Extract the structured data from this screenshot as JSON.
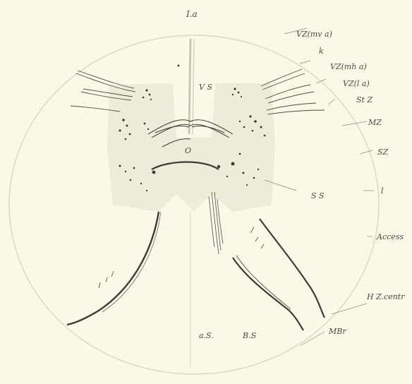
{
  "figure": {
    "number": "I.a",
    "labels": {
      "vz_mva": "VZ(mv a)",
      "k": "k",
      "vz_mha": "VZ(mh a)",
      "vz_la": "VZ(l a)",
      "stz": "St Z",
      "mz": "MZ",
      "sz": "SZ",
      "l": "l",
      "access": "Access",
      "hz_centr": "H Z.centr",
      "mbr": "MBr",
      "vs": "V S",
      "o": "O",
      "ss": "S S",
      "as": "a.S.",
      "bs": "B.S"
    }
  },
  "colors": {
    "paper": "#fbf8e8",
    "section_outline": "#d7d4c4",
    "ink": "#3d3d36",
    "label": "#4a4a42"
  }
}
